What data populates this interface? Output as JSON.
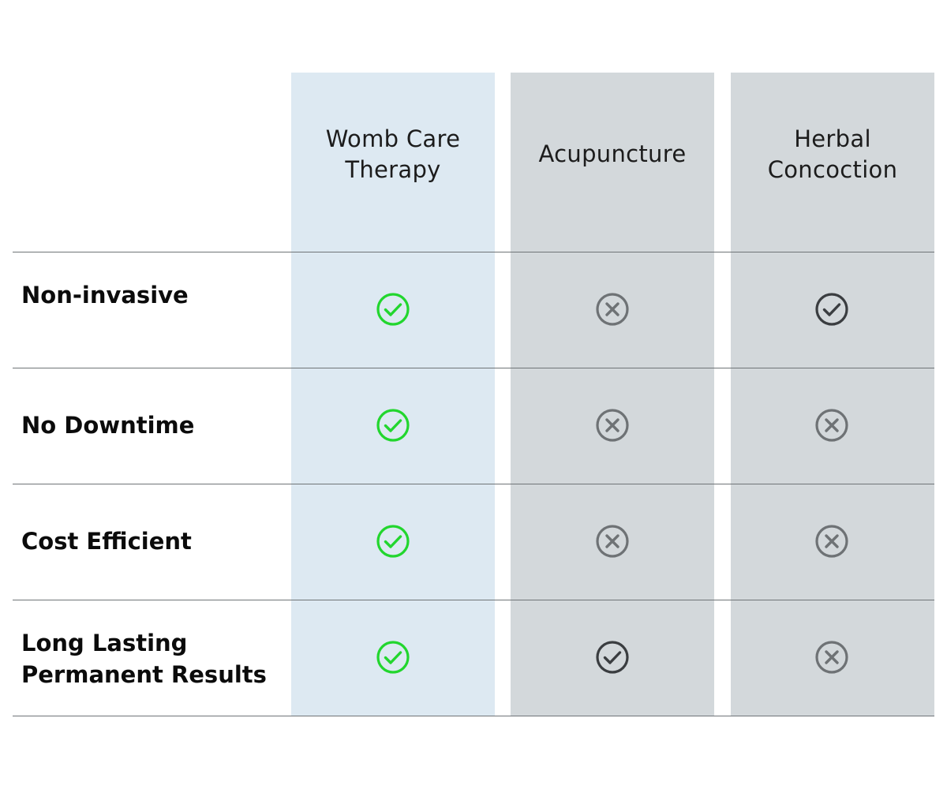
{
  "columns": [
    {
      "label_line1": "Womb Care",
      "label_line2": "Therapy"
    },
    {
      "label_line1": "Acupuncture",
      "label_line2": ""
    },
    {
      "label_line1": "Herbal",
      "label_line2": "Concoction"
    }
  ],
  "rows": [
    {
      "label_line1": "Non-invasive",
      "label_line2": "",
      "values": [
        "check-green",
        "cross",
        "check-dark"
      ]
    },
    {
      "label_line1": "No Downtime",
      "label_line2": "",
      "values": [
        "check-green",
        "cross",
        "cross"
      ]
    },
    {
      "label_line1": "Cost Efficient",
      "label_line2": "",
      "values": [
        "check-green",
        "cross",
        "cross"
      ]
    },
    {
      "label_line1": "Long Lasting",
      "label_line2": "Permanent Results",
      "values": [
        "check-green",
        "check-dark",
        "cross"
      ]
    }
  ],
  "icons": {
    "check-green": {
      "name": "check-circle-icon",
      "color": "#22d62e"
    },
    "check-dark": {
      "name": "check-circle-icon",
      "color": "#3a3d40"
    },
    "cross": {
      "name": "x-circle-icon",
      "color": "#6e7275"
    }
  },
  "colors": {
    "highlight_column": "#dde9f2",
    "other_column": "#d3d8db",
    "divider": "#6f7477"
  }
}
